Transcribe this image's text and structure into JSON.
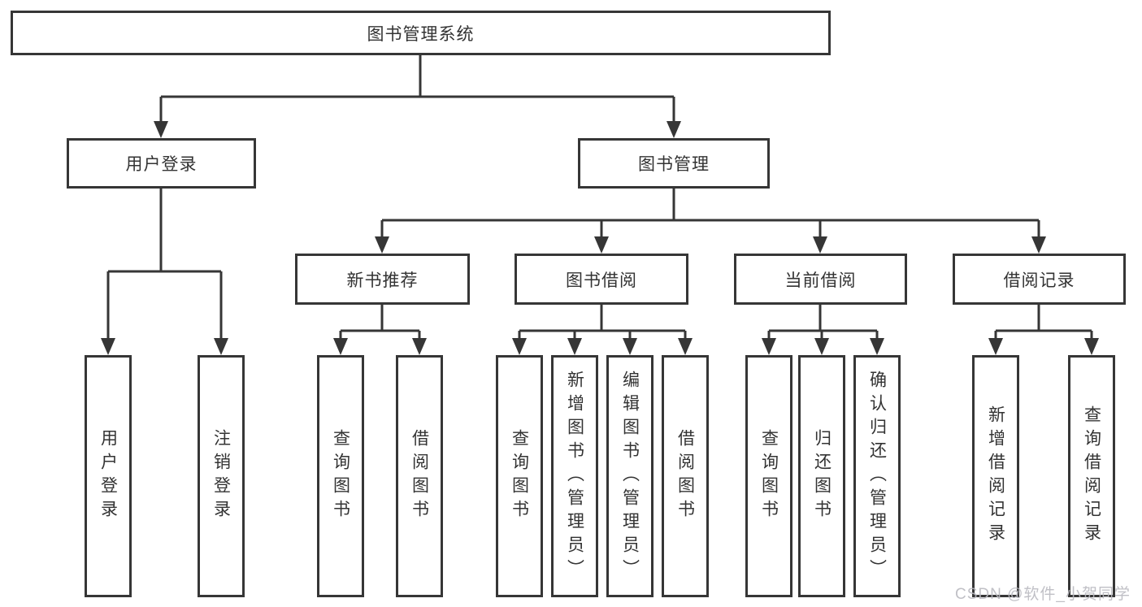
{
  "colors": {
    "background": "#ffffff",
    "line": "#363636",
    "box_border": "#363636",
    "text": "#333333",
    "watermark": "#b9b9c0"
  },
  "watermark": {
    "text": "CSDN @软件_小贺同学"
  },
  "tree": {
    "root": {
      "label": "图书管理系统"
    },
    "branches": [
      {
        "label": "用户登录",
        "children": [
          {
            "label": "用户登录"
          },
          {
            "label": "注销登录"
          }
        ]
      },
      {
        "label": "图书管理",
        "children": [
          {
            "label": "新书推荐",
            "children": [
              {
                "label": "查询图书"
              },
              {
                "label": "借阅图书"
              }
            ]
          },
          {
            "label": "图书借阅",
            "children": [
              {
                "label": "查询图书"
              },
              {
                "label": "新增图书（管理员）"
              },
              {
                "label": "编辑图书（管理员）"
              },
              {
                "label": "借阅图书"
              }
            ]
          },
          {
            "label": "当前借阅",
            "children": [
              {
                "label": "查询图书"
              },
              {
                "label": "归还图书"
              },
              {
                "label": "确认归还（管理员）"
              }
            ]
          },
          {
            "label": "借阅记录",
            "children": [
              {
                "label": "新增借阅记录"
              },
              {
                "label": "查询借阅记录"
              }
            ]
          }
        ]
      }
    ]
  }
}
